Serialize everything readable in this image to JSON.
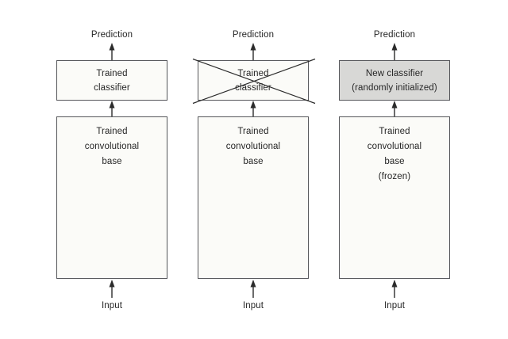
{
  "diagram": {
    "colors": {
      "page_bg": "#ffffff",
      "box_fill": "#fbfbf8",
      "box_border": "#55565a",
      "gray_fill": "#d8d8d6",
      "text": "#262626",
      "line": "#2b2b2b"
    },
    "columns": [
      {
        "prediction_label": "Prediction",
        "classifier_label": "Trained\nclassifier",
        "classifier_crossed_out": false,
        "classifier_highlighted": false,
        "base_label": "Trained\nconvolutional\nbase",
        "input_label": "Input"
      },
      {
        "prediction_label": "Prediction",
        "classifier_label": "Trained\nclassifier",
        "classifier_crossed_out": true,
        "classifier_highlighted": false,
        "base_label": "Trained\nconvolutional\nbase",
        "input_label": "Input"
      },
      {
        "prediction_label": "Prediction",
        "classifier_label": "New classifier\n(randomly initialized)",
        "classifier_crossed_out": false,
        "classifier_highlighted": true,
        "base_label": "Trained\nconvolutional\nbase\n(frozen)",
        "input_label": "Input"
      }
    ]
  }
}
